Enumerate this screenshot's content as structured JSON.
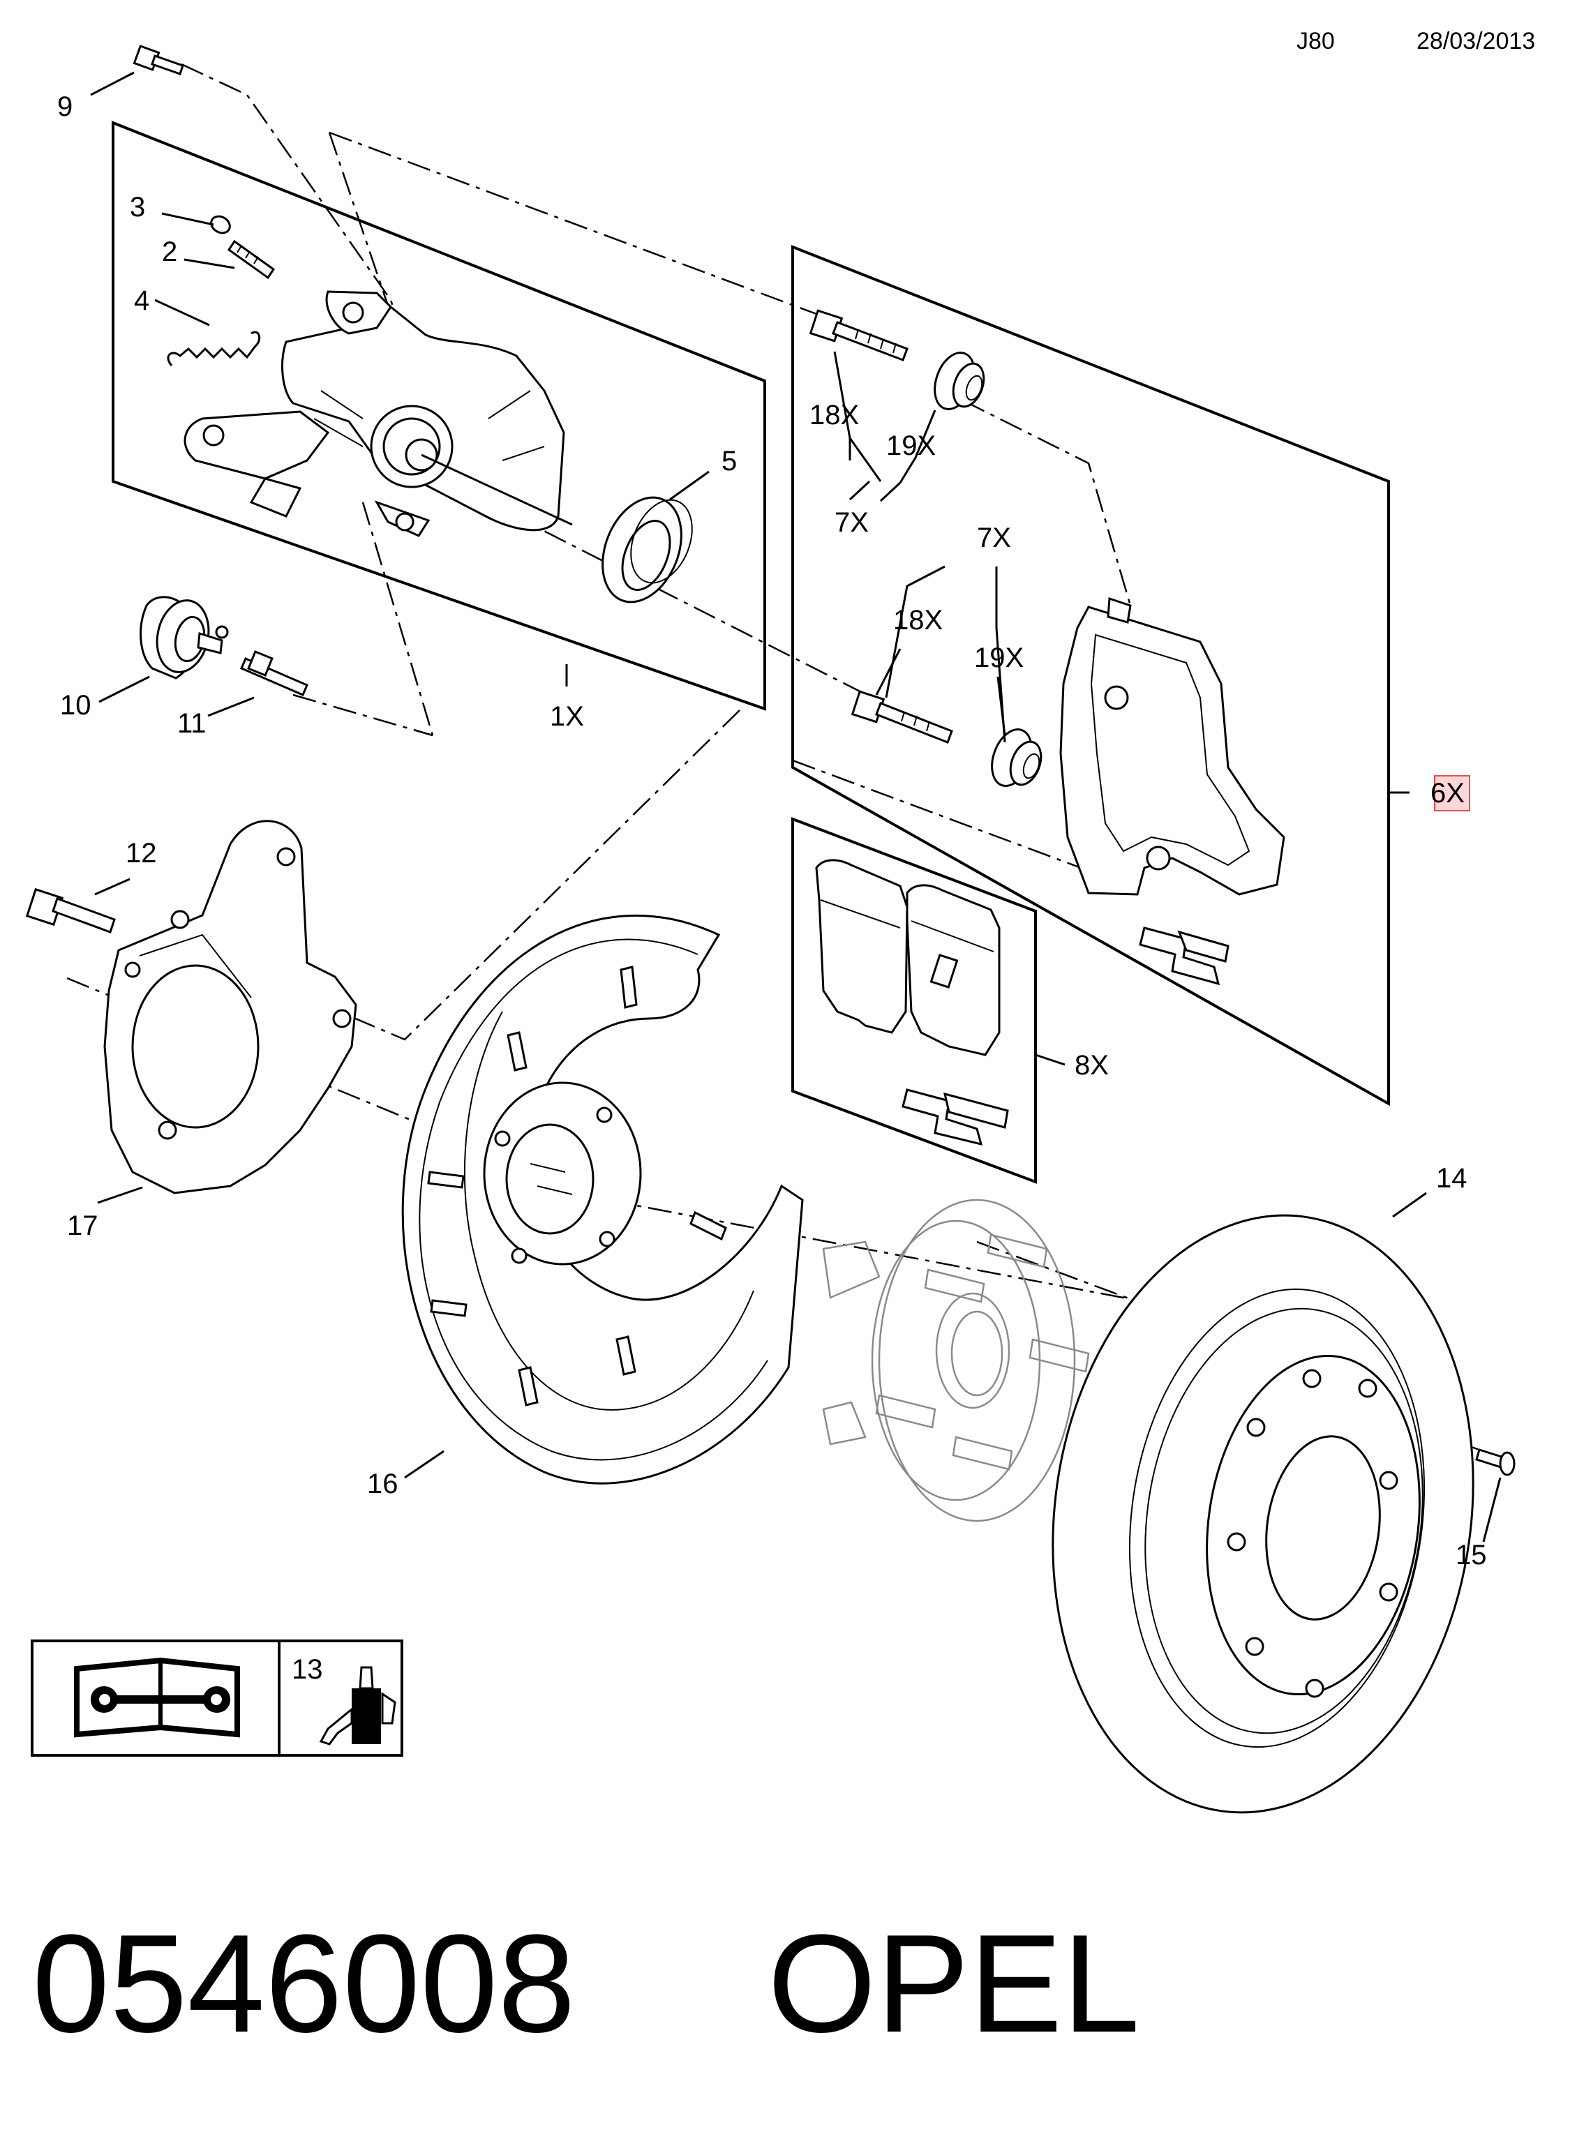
{
  "header": {
    "code": "J80",
    "date": "28/03/2013"
  },
  "footer": {
    "part_number": "0546008",
    "brand": "OPEL"
  },
  "callouts": {
    "c1X": "1X",
    "c2": "2",
    "c3": "3",
    "c4": "4",
    "c5": "5",
    "c6X": "6X",
    "c7X_a": "7X",
    "c7X_b": "7X",
    "c8X": "8X",
    "c9": "9",
    "c10": "10",
    "c11": "11",
    "c12": "12",
    "c13": "13",
    "c14": "14",
    "c15": "15",
    "c16": "16",
    "c17": "17",
    "c18X_a": "18X",
    "c18X_b": "18X",
    "c19X_a": "19X",
    "c19X_b": "19X"
  },
  "highlight_color": "#ffd6d6",
  "icons": {
    "legend_left": "wrench-book-icon",
    "legend_right": "adhesive-bottle-icon"
  }
}
